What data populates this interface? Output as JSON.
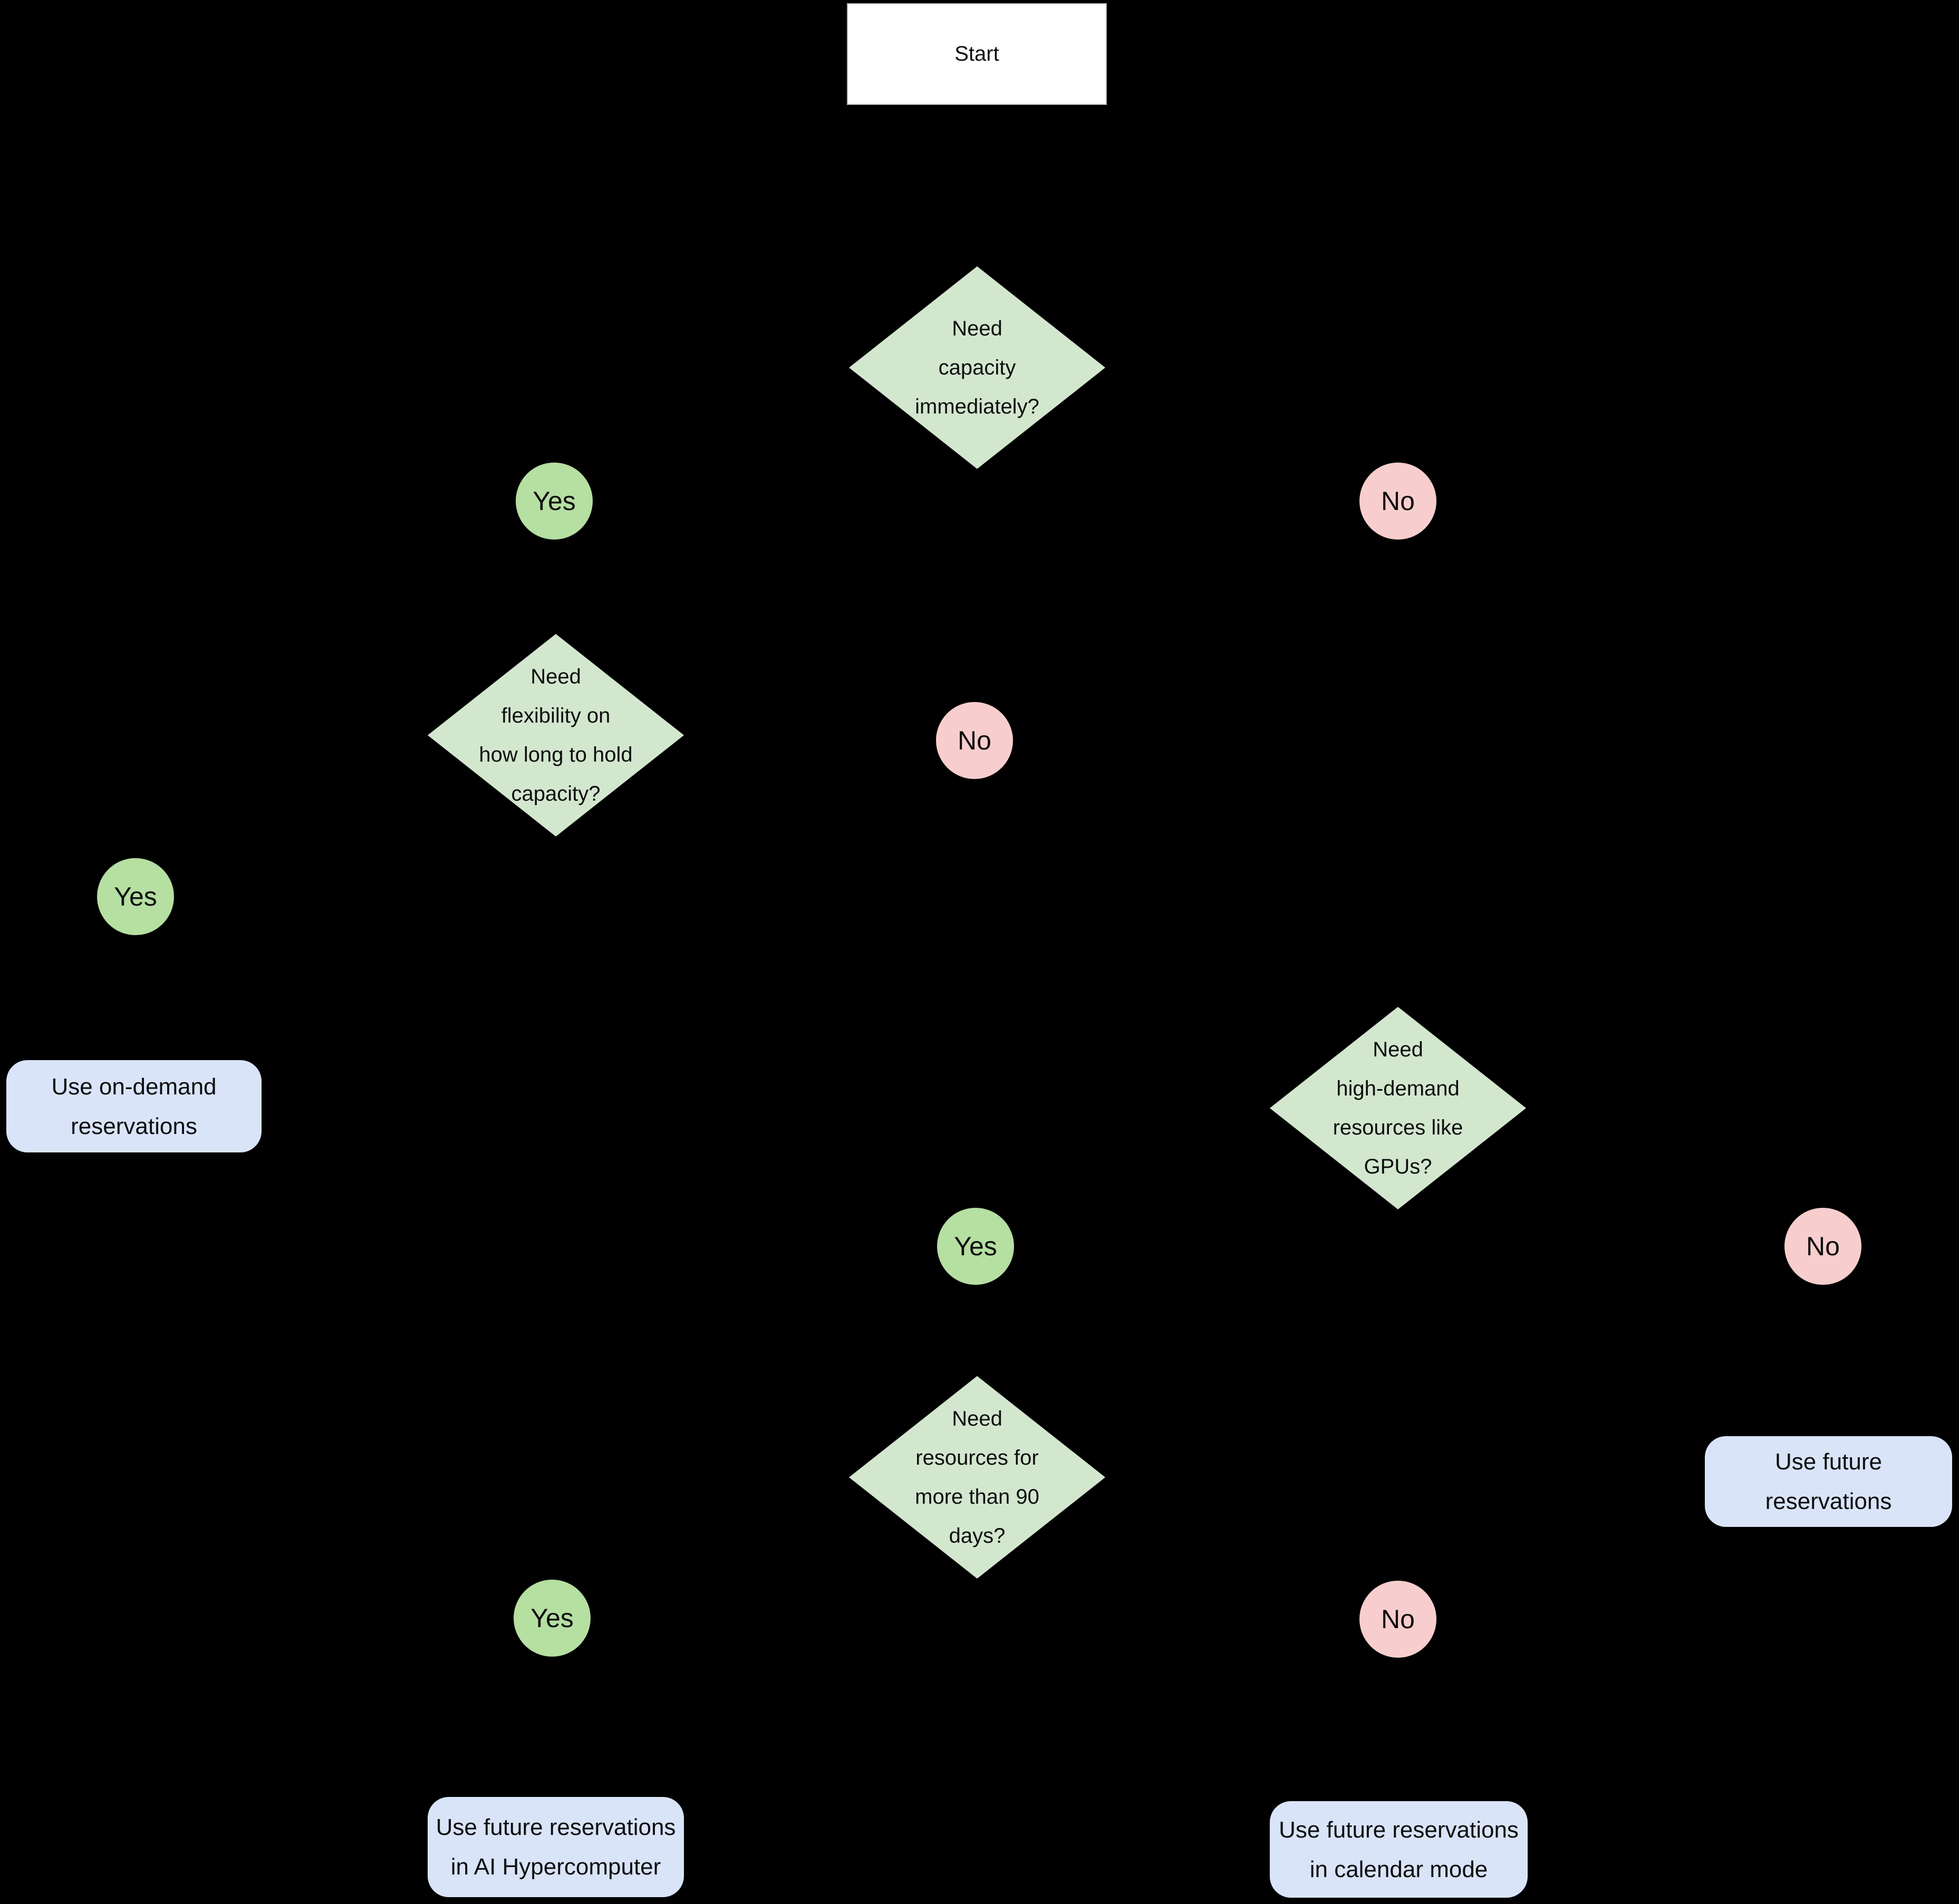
{
  "flowchart": {
    "colors": {
      "background": "#000000",
      "node_text": "#0d0d0d",
      "start_fill": "#ffffff",
      "start_border": "#b3b3b3",
      "decision_fill": "#d3e7cf",
      "yes_fill": "#b6dfa2",
      "no_fill": "#f7cecd",
      "result_fill": "#d9e4f9"
    },
    "start": {
      "label": "Start"
    },
    "decisions": [
      {
        "id": "need-capacity",
        "lines": [
          "Need",
          "capacity",
          "immediately?"
        ]
      },
      {
        "id": "need-flexibility",
        "lines": [
          "Need",
          "flexibility on",
          "how long to hold",
          "capacity?"
        ]
      },
      {
        "id": "need-high-demand",
        "lines": [
          "Need",
          "high-demand",
          "resources like",
          "GPUs?"
        ]
      },
      {
        "id": "need-90-days",
        "lines": [
          "Need",
          "resources for",
          "more than 90",
          "days?"
        ]
      }
    ],
    "branches": [
      {
        "id": "yes-capacity",
        "label": "Yes"
      },
      {
        "id": "no-capacity",
        "label": "No"
      },
      {
        "id": "yes-flexibility",
        "label": "Yes"
      },
      {
        "id": "no-flexibility",
        "label": "No"
      },
      {
        "id": "yes-gpus",
        "label": "Yes"
      },
      {
        "id": "no-gpus",
        "label": "No"
      },
      {
        "id": "yes-90days",
        "label": "Yes"
      },
      {
        "id": "no-90days",
        "label": "No"
      }
    ],
    "results": [
      {
        "id": "on-demand",
        "lines": [
          "Use on-demand",
          "reservations"
        ]
      },
      {
        "id": "future",
        "lines": [
          "Use future",
          "reservations"
        ]
      },
      {
        "id": "future-ai-hypercomputer",
        "lines": [
          "Use future reservations",
          "in AI Hypercomputer"
        ]
      },
      {
        "id": "future-calendar-mode",
        "lines": [
          "Use future reservations",
          "in calendar mode"
        ]
      }
    ]
  }
}
